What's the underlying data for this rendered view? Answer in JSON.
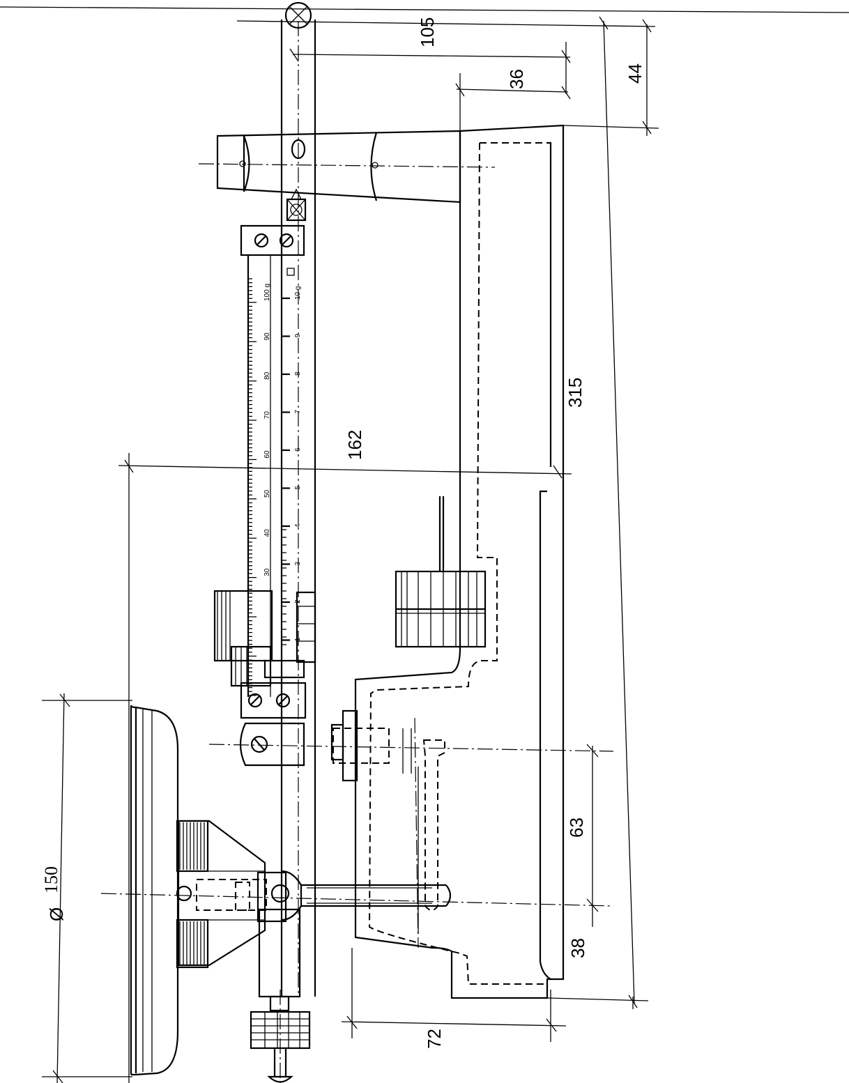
{
  "dimensions": {
    "d105": "105",
    "d36": "36",
    "d44": "44",
    "d315": "315",
    "d162": "162",
    "d63": "63",
    "d38": "38",
    "d72": "72",
    "diameter_symbol": "Ø",
    "diameter_value": "150"
  },
  "scale_upper": [
    "30",
    "40",
    "50",
    "60",
    "70",
    "80",
    "90",
    "100 g"
  ],
  "scale_lower": [
    "1",
    "2",
    "3",
    "4",
    "5",
    "6",
    "7",
    "8",
    "9",
    "10 g"
  ]
}
